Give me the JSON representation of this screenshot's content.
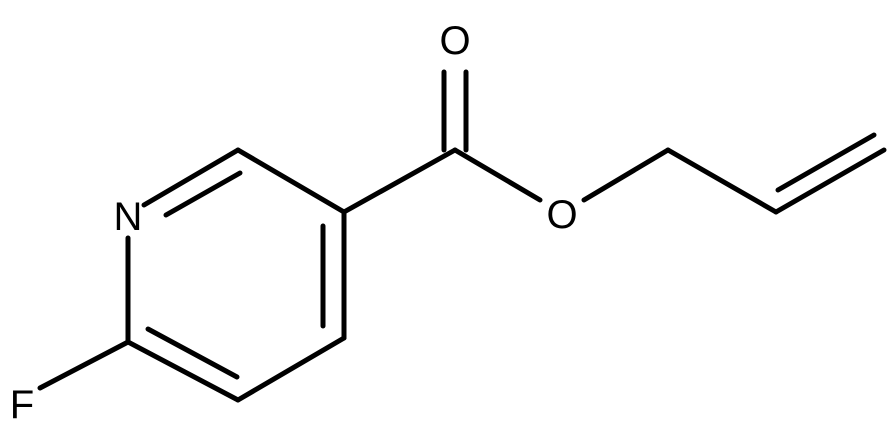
{
  "molecule": {
    "atoms": {
      "nitrogen": "N",
      "fluorine": "F",
      "carbonyl_oxygen": "O",
      "ester_oxygen": "O"
    }
  },
  "colors": {
    "background": "#ffffff",
    "bond": "#000000",
    "text": "#000000"
  }
}
